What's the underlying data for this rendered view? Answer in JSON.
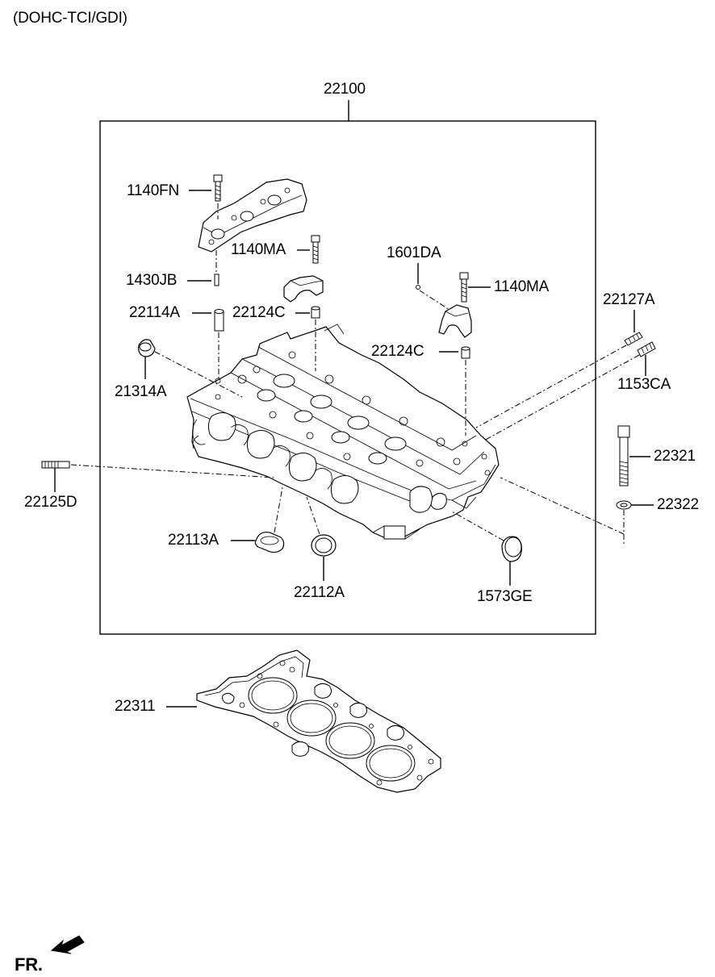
{
  "header": {
    "engine_variant": "(DOHC-TCI/GDI)"
  },
  "assembly": {
    "part_no": "22100"
  },
  "callouts": {
    "c_1140FN": "1140FN",
    "c_1140MA_a": "1140MA",
    "c_1601DA": "1601DA",
    "c_1140MA_b": "1140MA",
    "c_1430JB": "1430JB",
    "c_22114A": "22114A",
    "c_22124C_a": "22124C",
    "c_22127A": "22127A",
    "c_22124C_b": "22124C",
    "c_21314A": "21314A",
    "c_1153CA": "1153CA",
    "c_22321": "22321",
    "c_22125D": "22125D",
    "c_22322": "22322",
    "c_22113A": "22113A",
    "c_22112A": "22112A",
    "c_1573GE": "1573GE",
    "c_22311": "22311"
  },
  "footer": {
    "front_marker": "FR."
  }
}
